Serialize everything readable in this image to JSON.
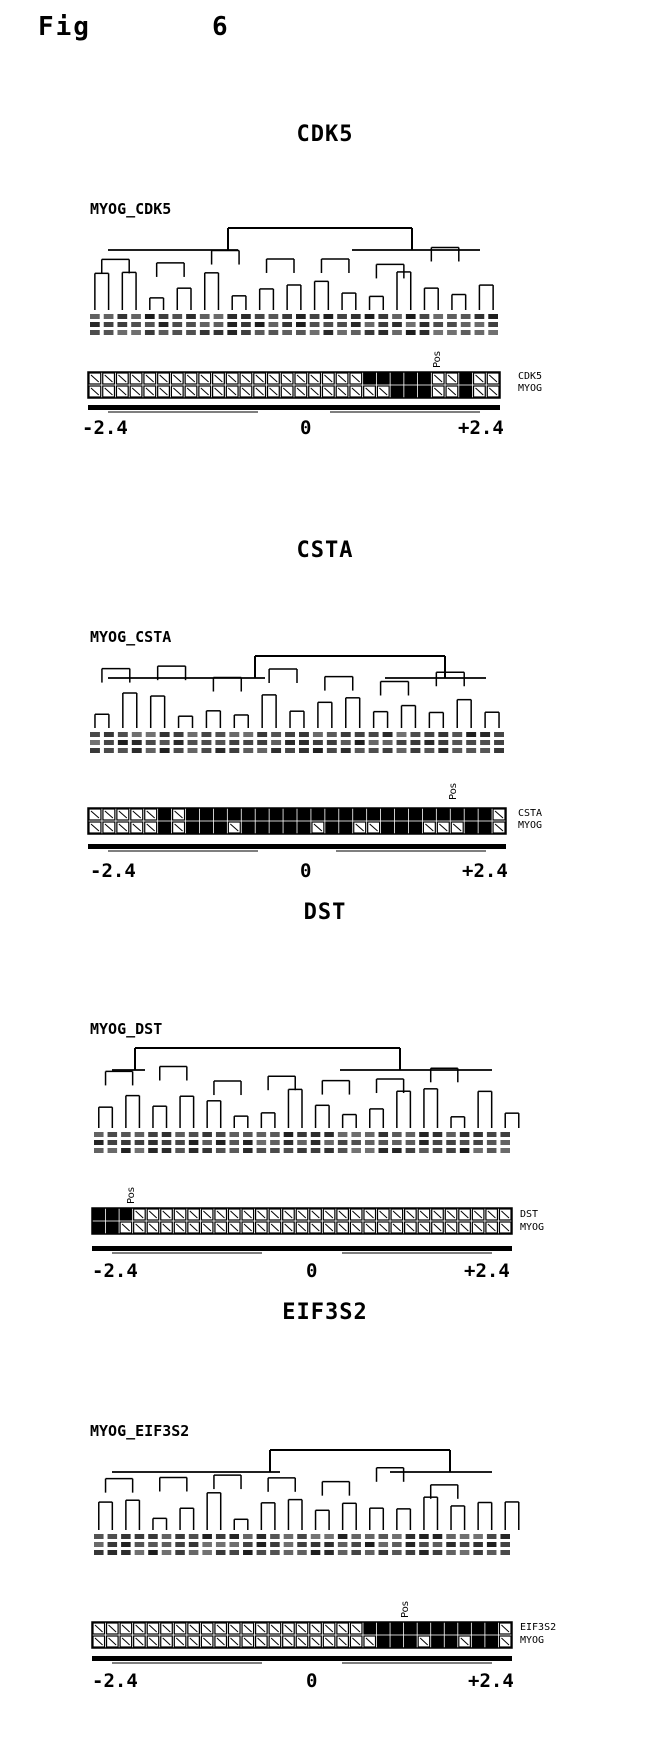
{
  "figure": {
    "label": "Fig",
    "number": "6"
  },
  "scale": {
    "min_label": "-2.4",
    "mid_label": "0",
    "max_label": "+2.4"
  },
  "panels": [
    {
      "title": "CDK5",
      "name": "MYOG_CDK5",
      "rows": [
        "CDK5",
        "MYOG"
      ],
      "pos_label": "Pos"
    },
    {
      "title": "CSTA",
      "name": "MYOG_CSTA",
      "rows": [
        "CSTA",
        "MYOG"
      ],
      "pos_label": "Pos"
    },
    {
      "title": "DST",
      "name": "MYOG_DST",
      "rows": [
        "DST",
        "MYOG"
      ],
      "pos_label": "Pos"
    },
    {
      "title": "EIF3S2",
      "name": "MYOG_EIF3S2",
      "rows": [
        "EIF3S2",
        "MYOG"
      ],
      "pos_label": "Pos"
    }
  ]
}
